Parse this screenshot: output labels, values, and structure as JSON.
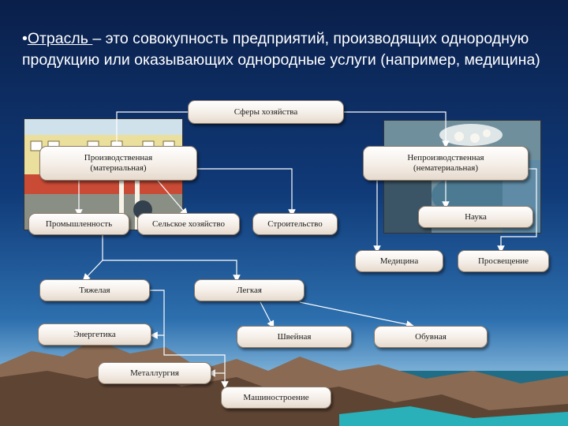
{
  "headline": {
    "bullet": "•",
    "term": "Отрасль ",
    "rest": "– это совокупность предприятий, производящих однородную продукцию или оказывающих однородные услуги (например, медицина)"
  },
  "diagram": {
    "root": "Сферы хозяйства",
    "production": {
      "line1": "Производственная",
      "line2": "(материальная)"
    },
    "nonproduction": {
      "line1": "Непроизводственная",
      "line2": "(нематериальная)"
    },
    "industry": "Промышленность",
    "agriculture": "Сельское хозяйство",
    "construction": "Строительство",
    "science": "Наука",
    "medicine": "Медицина",
    "education": "Просвещение",
    "heavy": "Тяжелая",
    "light": "Легкая",
    "energy": "Энергетика",
    "sewing": "Швейная",
    "footwear": "Обувная",
    "metallurgy": "Металлургия",
    "machinery": "Машиностроение"
  },
  "colors": {
    "line": "#ffffff",
    "box_border": "#8c7a6a"
  }
}
